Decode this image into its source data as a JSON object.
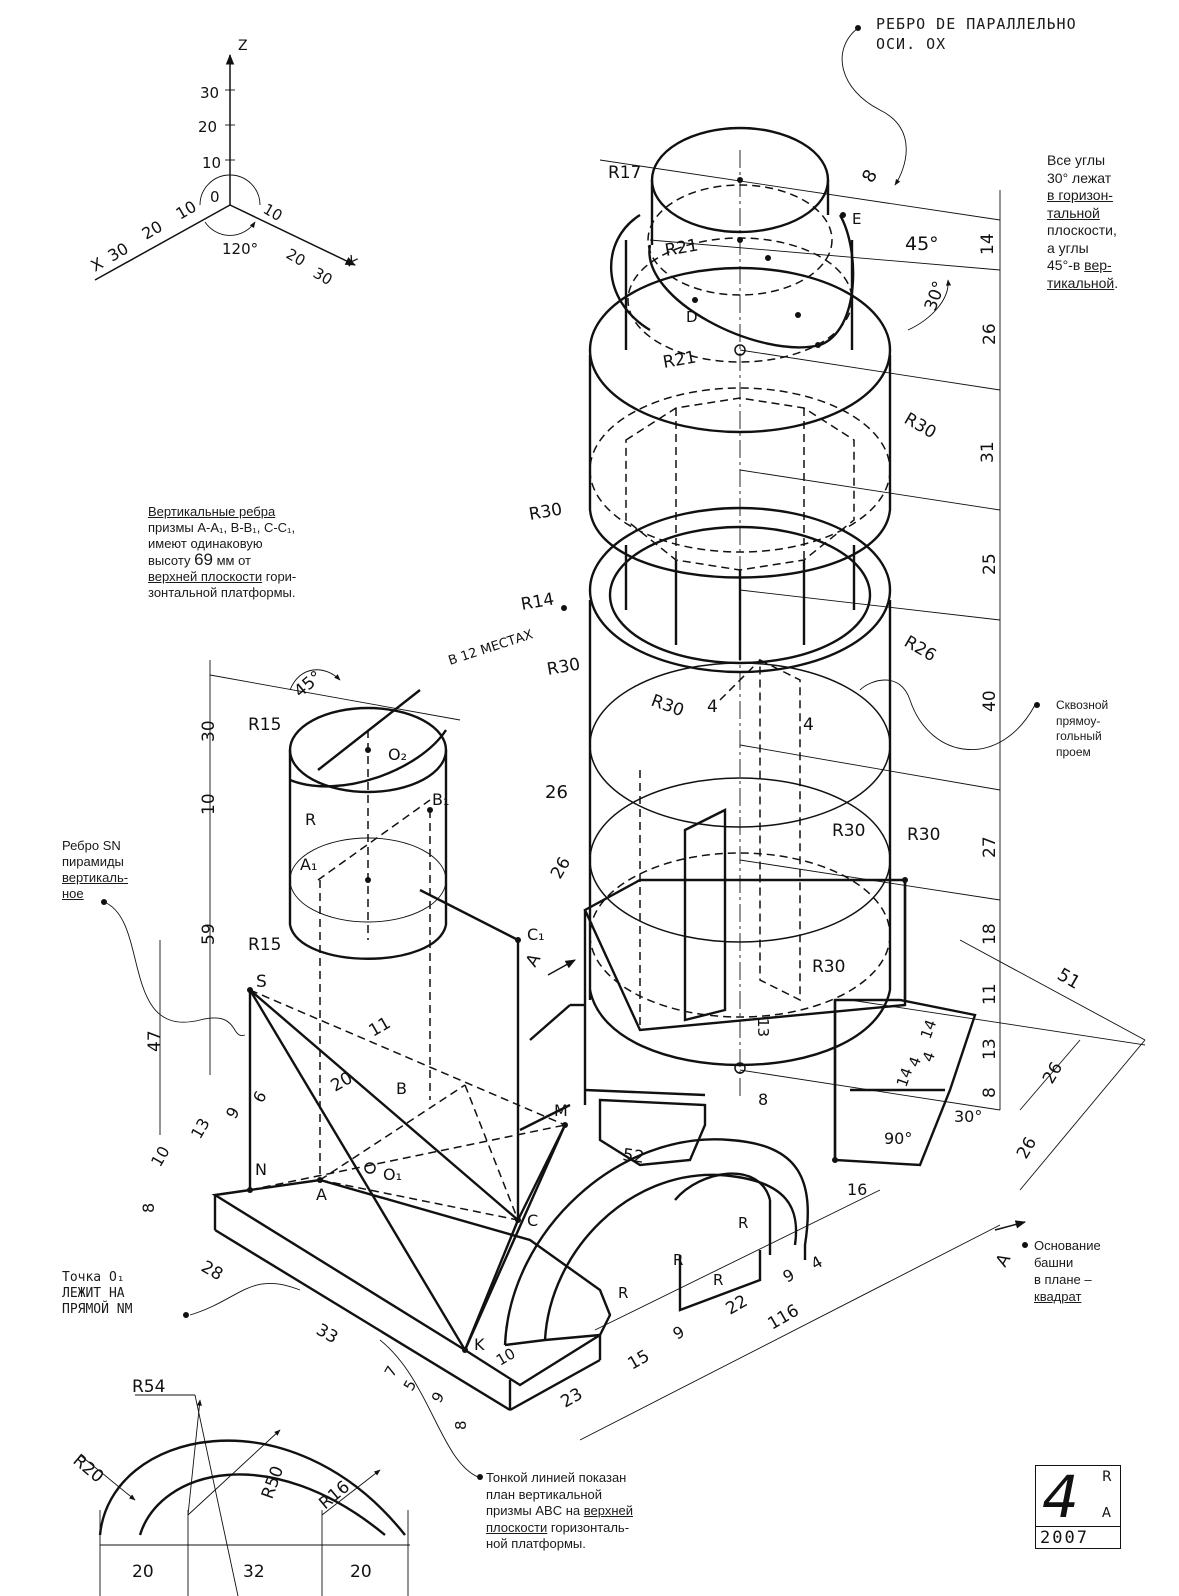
{
  "axes": {
    "z_label": "Z",
    "x_label": "X",
    "y_label": "Y",
    "origin_label": "0",
    "z_ticks": [
      "30",
      "20",
      "10"
    ],
    "x_ticks": [
      "30",
      "20",
      "10"
    ],
    "y_ticks": [
      "10",
      "20",
      "30"
    ],
    "angle_label": "120°"
  },
  "notes": {
    "edge_de": [
      "РЕБРО DE ПАРАЛЛЕЛЬНО",
      "ОСИ. OX"
    ],
    "angles": {
      "l1": "Все углы",
      "l2": "30° лежат",
      "l3": "в горизон-",
      "l4": "тальной",
      "l5": "плоскости,",
      "l6": "а углы",
      "l7_a": "45°-в ",
      "l7_b": "вер-",
      "l8": "тикальной",
      "l8_end": "."
    },
    "prism": {
      "l1": "Вертикальные ребра",
      "l2": "призмы A-A₁, B-B₁, C-C₁,",
      "l3": "имеют одинаковую",
      "l4_a": "высоту ",
      "l4_num": "69",
      "l4_b": " мм от",
      "l5_a": "верхней плоскости",
      "l5_b": " гори-",
      "l6": "зонтальной платформы."
    },
    "sn": {
      "l1": "Ребро SN",
      "l2": "пирамиды",
      "l3": "вертикаль-",
      "l4": "ное"
    },
    "opening": {
      "l1": "Сквозной",
      "l2": "прямоу-",
      "l3": "гольный",
      "l4": "проем"
    },
    "base": {
      "l1": "Основание",
      "l2": "башни",
      "l3": "в плане –",
      "l4": "квадрат"
    },
    "o1": {
      "l1": "Точка O₁",
      "l2": "ЛЕЖИТ НА",
      "l3": "ПРЯМОЙ NM"
    },
    "thin": {
      "l1": "Тонкой линией показан",
      "l2": "план вертикальной",
      "l3_a": "призмы ABC на ",
      "l3_b": "верхней",
      "l4_a": "плоскости",
      "l4_b": " горизонталь-",
      "l5": "ной платформы."
    }
  },
  "radius_labels": {
    "r17": "R17",
    "r21_top": "R21",
    "r21_mid": "R21",
    "r30_ring": "R30",
    "r30_left": "R30",
    "r14": "R14",
    "r14_note": "В 12 МЕСТАХ",
    "r30_low": "R30",
    "r26": "R26",
    "r30_cyl": "R30",
    "r30_c2": "R30",
    "r30_c3": "R30",
    "r30_base": "R30",
    "r15_top": "R15",
    "r15_bot": "R15",
    "r_cyl": "R",
    "r_arch1": "R",
    "r_arch2": "R",
    "r_arch3": "R",
    "r_arch4": "R",
    "r54": "R54",
    "r20": "R20",
    "r50": "R50",
    "r16": "R16"
  },
  "angle_labels": {
    "a45_top": "45°",
    "a30_top": "30°",
    "a45_cyl": "45°",
    "a90": "90°",
    "a30_base": "30°"
  },
  "dimensions": {
    "v_right": [
      "14",
      "26",
      "31",
      "25",
      "40",
      "27",
      "18",
      "11",
      "13",
      "8"
    ],
    "d8_top": "8",
    "d51": "51",
    "d26a": "26",
    "d26b": "26",
    "d4a": "4",
    "d4b": "4",
    "d26_mid": "26",
    "d26_left": "26",
    "d30": "30",
    "d10": "10",
    "d59": "59",
    "d47": "47",
    "d11": "11",
    "d20": "20",
    "d6": "6",
    "d9": "9",
    "d13": "13",
    "d10b": "10",
    "d8b": "8",
    "d28": "28",
    "d33": "33",
    "d7": "7",
    "d5": "5",
    "d9b": "9",
    "d8c": "8",
    "d10c": "10",
    "d23": "23",
    "d15": "15",
    "d9c": "9",
    "d22": "22",
    "d9d": "9",
    "d4c": "4",
    "d116": "116",
    "d52": "52",
    "d16": "16",
    "d8d": "8",
    "d13b": "13",
    "d14a": "14",
    "d14b": "14",
    "d4d": "4",
    "d4e": "4",
    "d20a": "20",
    "d32": "32",
    "d20b": "20"
  },
  "points": {
    "d": "D",
    "e": "E",
    "s": "S",
    "n": "N",
    "a": "A",
    "b": "B",
    "c": "C",
    "m": "M",
    "k": "K",
    "a1": "A₁",
    "b1": "B₁",
    "c1": "C₁",
    "o1": "O₁",
    "o2": "O₂"
  },
  "view_arrows": {
    "top": "A",
    "bottom": "A"
  },
  "stamp": {
    "number": "4",
    "r": "R",
    "a": "A",
    "year": "2007"
  }
}
